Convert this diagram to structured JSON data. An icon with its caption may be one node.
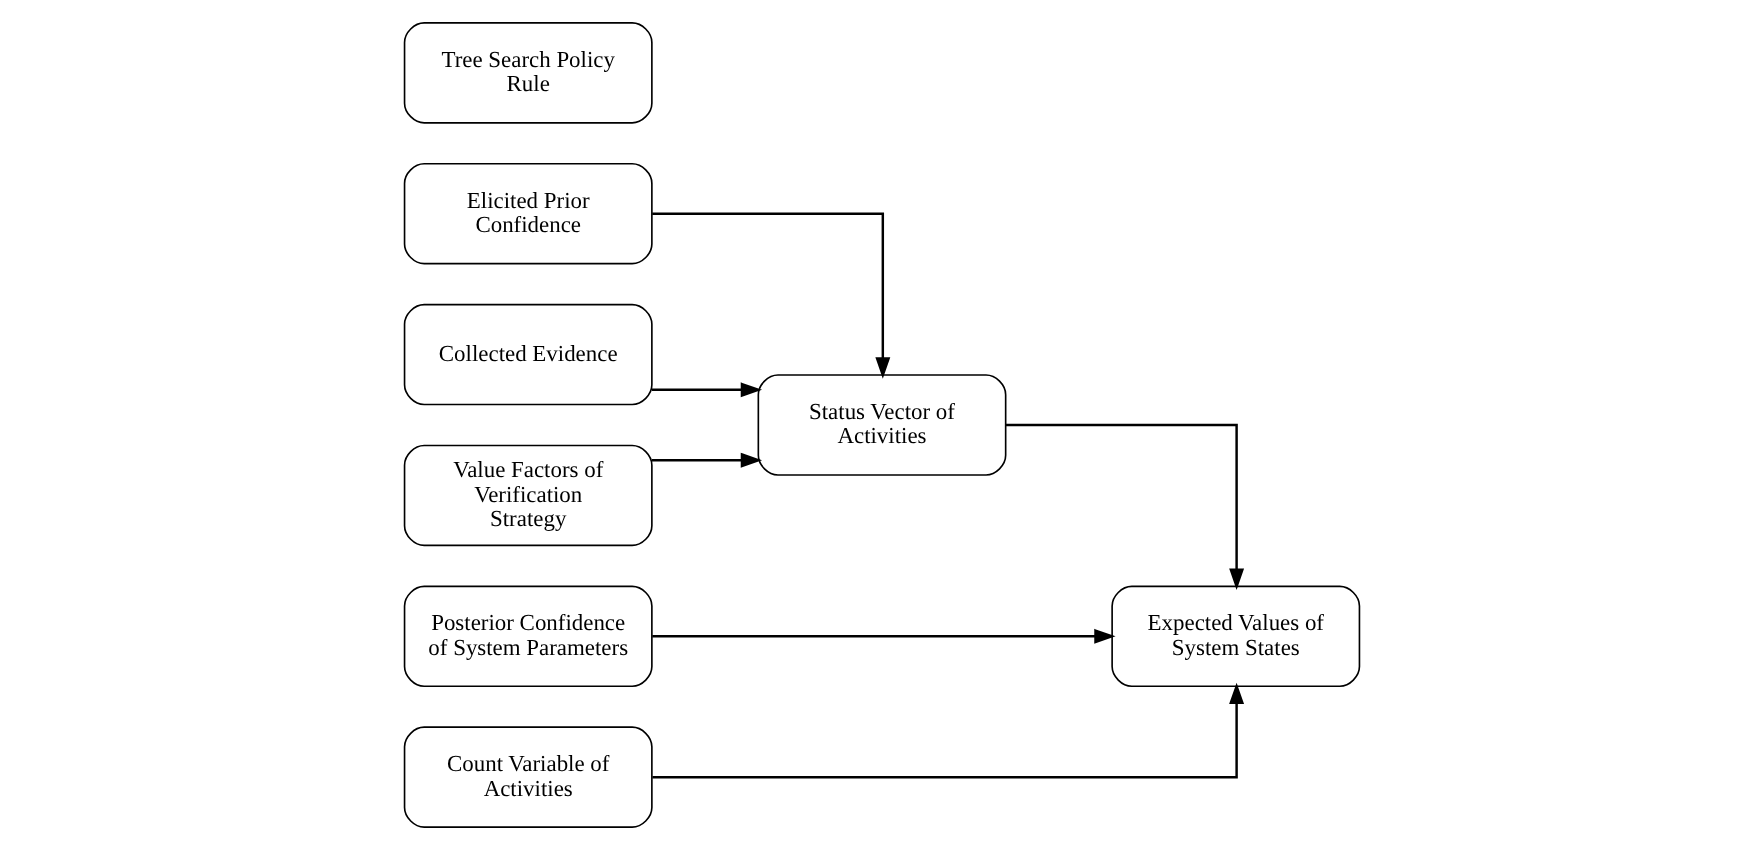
{
  "diagram": {
    "nodes": [
      {
        "text": [
          "Elicited Prior Confidence"
        ]
      },
      {
        "text": [
          "Collected Evidence"
        ]
      },
      {
        "text": [
          "Value Factors of Verification Strategy"
        ]
      },
      {
        "text": [
          "Posterior Confidence of System Parameters"
        ]
      },
      {
        "text": [
          "Status Vector of Activities"
        ]
      },
      {
        "text": [
          "Count Variable of Activities"
        ]
      },
      {
        "text": [
          "Expected Values of System States"
        ]
      },
      {
        "text": [
          "Tree Search Policy Rule"
        ]
      }
    ],
    "edges": [
      {
        "from": 0,
        "to": 4,
        "arrow": "to"
      },
      {
        "from": 1,
        "to": 4,
        "arrow": "to"
      },
      {
        "from": 2,
        "to": 4,
        "arrow": "to"
      },
      {
        "from": 3,
        "to": 6,
        "arrow": "to"
      },
      {
        "from": 4,
        "to": 6,
        "arrow": "to"
      },
      {
        "from": 5,
        "to": 6,
        "arrow": "to"
      }
    ]
  }
}
